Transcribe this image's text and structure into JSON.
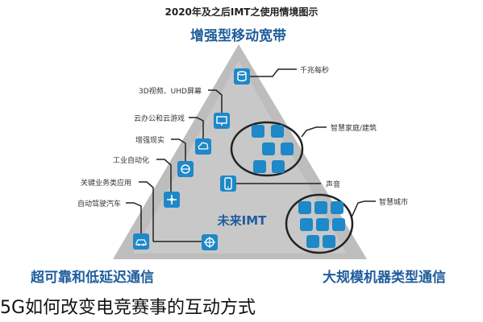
{
  "title": "2020年及之后IMT之使用情境图示",
  "corners": {
    "top": "增强型移动宽带",
    "bottom_left": "超可靠和低延迟通信",
    "bottom_right": "大规模机器类型通信"
  },
  "center_label": "未来IMT",
  "labels": {
    "gigabytes": "千兆每秒",
    "video_3d": "3D视频、UHD屏幕",
    "cloud": "云办公和云游戏",
    "ar": "增强现实",
    "industrial": "工业自动化",
    "mission_critical": "关键业务类应用",
    "self_driving": "自动驾驶汽车",
    "smart_home": "智慧家庭/建筑",
    "voice": "声音",
    "smart_city": "智慧城市"
  },
  "caption": "5G如何改变电竞赛事的互动方式",
  "colors": {
    "triangle": "#bcbcbc",
    "corner_text": "#1f5d9c",
    "icon_fill": "#1e88c8",
    "connector": "#222222"
  }
}
